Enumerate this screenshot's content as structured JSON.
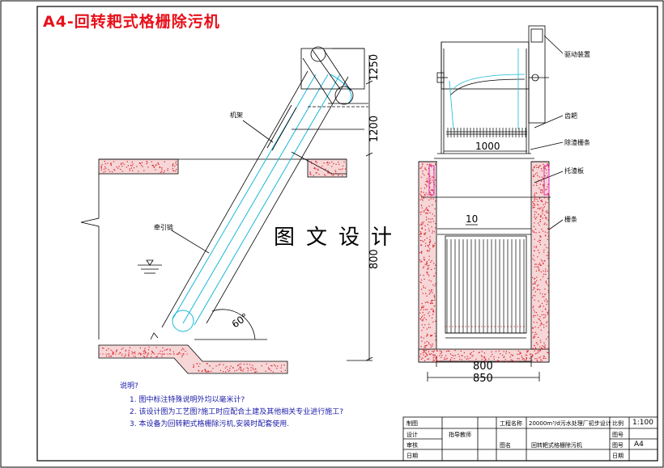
{
  "title": "A4-回转耙式格栅除污机",
  "watermark": "图文设计",
  "left_view": {
    "labels": {
      "frame": "机架",
      "chain": "牵引链"
    },
    "dims": {
      "top": "1250",
      "mid": "1200",
      "height": "800",
      "angle": "60°"
    }
  },
  "right_view": {
    "labels": {
      "drive": "驱动装置",
      "rake": "齿耙",
      "grate": "除渣栅条",
      "plate": "托渣板",
      "bars": "栅条"
    },
    "dims": {
      "width_inner": "1000",
      "bar_gap": "10",
      "width_800": "800",
      "width_850": "850"
    }
  },
  "notes": {
    "heading": "说明?",
    "items": [
      "1.  图中标注特殊说明外均以毫米计?",
      "2.  该设计图为工艺图?施工时应配合土建及其他相关专业进行施工?",
      "3.  本设备为回转耙式格栅除污机,安装时配套使用."
    ]
  },
  "title_block": {
    "r1": {
      "a": "制图",
      "b": "工程名称",
      "c": "20000m³/d污水处理厂初步设计",
      "d": "比例",
      "e": "1:100"
    },
    "r2": {
      "a": "设计",
      "b": "指导教师",
      "d": "图号"
    },
    "r3": {
      "a": "审核",
      "b": "图名",
      "c": "回转耙式格栅除污机",
      "d": "图号",
      "e": "A4"
    },
    "r4": {
      "a": "日期",
      "d": "日期"
    }
  }
}
